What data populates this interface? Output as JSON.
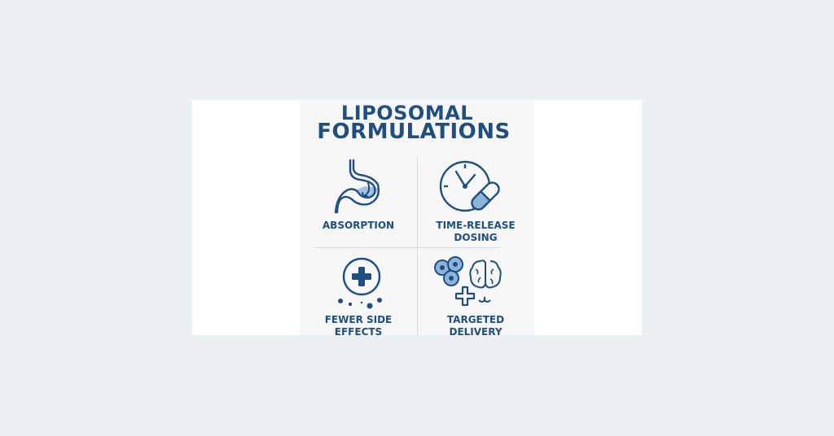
{
  "title": {
    "line1": "LIPOSOMAL",
    "line2": "FORMULATIONS"
  },
  "items": [
    {
      "label": "ABSORPTION",
      "icon": "stomach-icon"
    },
    {
      "label_line1": "TIME-RELEASE",
      "label_line2": "DOSING",
      "icon": "clock-pill-icon"
    },
    {
      "label_line1": "FEWER SIDE",
      "label_line2": "EFFECTS",
      "icon": "plus-circle-icon"
    },
    {
      "label_line1": "TARGETED",
      "label_line2": "DELIVERY",
      "icon": "cells-brain-icon"
    }
  ],
  "colors": {
    "primary": "#1f4f80",
    "accent_fill": "#8db3d9",
    "panel": "#f7f7f7",
    "background": "#ebf0f3"
  }
}
